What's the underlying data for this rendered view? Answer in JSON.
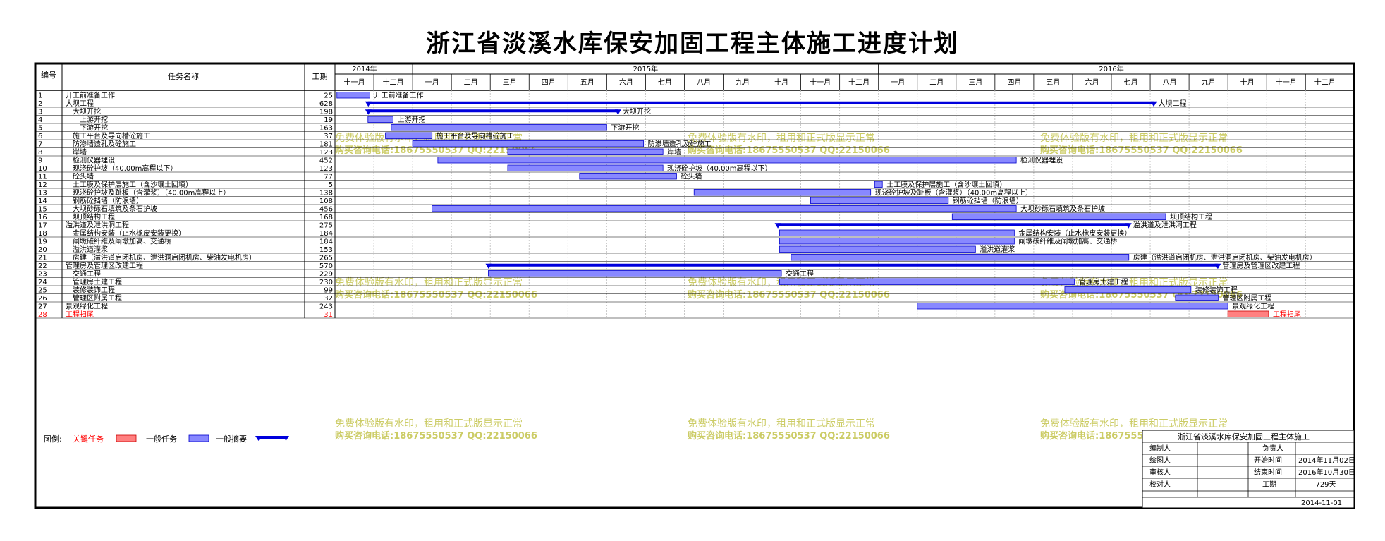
{
  "title": "浙江省淡溪水库保安加固工程主体施工进度计划",
  "headers": {
    "id": "编号",
    "name": "任务名称",
    "dur": "工期"
  },
  "years": [
    {
      "label": "2014年",
      "start": 0,
      "end": 2
    },
    {
      "label": "2015年",
      "start": 2,
      "end": 14
    },
    {
      "label": "2016年",
      "start": 14,
      "end": 26
    }
  ],
  "months": [
    "十一月",
    "十二月",
    "一月",
    "二月",
    "三月",
    "四月",
    "五月",
    "六月",
    "七月",
    "八月",
    "九月",
    "十月",
    "十一月",
    "十二月",
    "一月",
    "二月",
    "三月",
    "四月",
    "五月",
    "六月",
    "七月",
    "八月",
    "九月",
    "十月",
    "十一月",
    "十二月"
  ],
  "colors": {
    "bar_fill": "#8888ff",
    "bar_stroke": "#0000cc",
    "summary": "#0000dd",
    "critical_fill": "#ff8080",
    "critical_stroke": "#cc0000",
    "critical_text": "#ff0000",
    "watermark": "#cccc66"
  },
  "chart_data": {
    "type": "gantt",
    "title": "浙江省淡溪水库保安加固工程主体施工进度计划",
    "time_axis": {
      "unit": "month",
      "start": "2014-11",
      "end": "2016-12"
    },
    "tasks": [
      {
        "id": "1",
        "name": "开工前准备工作",
        "duration": "25",
        "indent": 0,
        "kind": "normal",
        "start": 0.05,
        "end": 0.9,
        "bar_label": "开工前准备工作"
      },
      {
        "id": "2",
        "name": "大坝工程",
        "duration": "628",
        "indent": 0,
        "kind": "summary",
        "start": 0.85,
        "end": 21.1,
        "bar_label": "大坝工程"
      },
      {
        "id": "3",
        "name": "大坝开挖",
        "duration": "198",
        "indent": 1,
        "kind": "summary",
        "start": 0.85,
        "end": 7.3,
        "bar_label": "大坝开挖"
      },
      {
        "id": "4",
        "name": "上游开挖",
        "duration": "19",
        "indent": 2,
        "kind": "normal",
        "start": 0.85,
        "end": 1.5,
        "bar_label": "上游开挖"
      },
      {
        "id": "5",
        "name": "下游开挖",
        "duration": "163",
        "indent": 2,
        "kind": "normal",
        "start": 1.45,
        "end": 7.0,
        "bar_label": "下游开挖"
      },
      {
        "id": "6",
        "name": "施工平台及导向槽砼施工",
        "duration": "37",
        "indent": 1,
        "kind": "normal",
        "start": 1.3,
        "end": 2.5,
        "bar_label": "施工平台及导向槽砼施工"
      },
      {
        "id": "7",
        "name": "防渗墙造孔及砼施工",
        "duration": "181",
        "indent": 1,
        "kind": "normal",
        "start": 2.0,
        "end": 7.95,
        "bar_label": "防渗墙造孔及砼施工"
      },
      {
        "id": "8",
        "name": "岸墙",
        "duration": "123",
        "indent": 1,
        "kind": "normal",
        "start": 4.45,
        "end": 8.45,
        "bar_label": "岸墙"
      },
      {
        "id": "9",
        "name": "检测仪器埋设",
        "duration": "452",
        "indent": 1,
        "kind": "normal",
        "start": 2.65,
        "end": 17.55,
        "bar_label": "检测仪器埋设"
      },
      {
        "id": "10",
        "name": "现浇砼护坡（40.00m高程以下）",
        "duration": "123",
        "indent": 1,
        "kind": "normal",
        "start": 4.45,
        "end": 8.45,
        "bar_label": "现浇砼护坡（40.00m高程以下）"
      },
      {
        "id": "11",
        "name": "砼头墙",
        "duration": "77",
        "indent": 1,
        "kind": "normal",
        "start": 6.3,
        "end": 8.8,
        "bar_label": "砼头墙"
      },
      {
        "id": "12",
        "name": "土工膜及保护层施工（含沙壤土回填）",
        "duration": "5",
        "indent": 1,
        "kind": "normal",
        "start": 13.9,
        "end": 14.1,
        "bar_label": "土工膜及保护层施工（含沙壤土回填）"
      },
      {
        "id": "13",
        "name": "现浇砼护坡及趾板（含灌浆）（40.00m高程以上）",
        "duration": "138",
        "indent": 1,
        "kind": "normal",
        "start": 9.25,
        "end": 13.8,
        "bar_label": "现浇砼护坡及趾板（含灌浆）（40.00m高程以上）"
      },
      {
        "id": "14",
        "name": "钢筋砼挡墙（防浪墙）",
        "duration": "108",
        "indent": 1,
        "kind": "normal",
        "start": 12.25,
        "end": 15.8,
        "bar_label": "钢筋砼挡墙（防浪墙）"
      },
      {
        "id": "15",
        "name": "大坝砂砾石填筑及条石护坡",
        "duration": "456",
        "indent": 1,
        "kind": "normal",
        "start": 2.5,
        "end": 17.55,
        "bar_label": "大坝砂砾石填筑及条石护坡"
      },
      {
        "id": "16",
        "name": "坝顶结构工程",
        "duration": "168",
        "indent": 1,
        "kind": "normal",
        "start": 15.9,
        "end": 21.4,
        "bar_label": "坝顶结构工程"
      },
      {
        "id": "17",
        "name": "溢洪道及泄洪洞工程",
        "duration": "275",
        "indent": 0,
        "kind": "summary",
        "start": 11.4,
        "end": 20.45,
        "bar_label": "溢洪道及泄洪洞工程"
      },
      {
        "id": "18",
        "name": "金属结构安装（止水橡皮安装更换）",
        "duration": "184",
        "indent": 1,
        "kind": "normal",
        "start": 11.45,
        "end": 17.5,
        "bar_label": "金属结构安装（止水橡皮安装更换）"
      },
      {
        "id": "19",
        "name": "闸墩碳纤维及闸墩加高、交通桥",
        "duration": "184",
        "indent": 1,
        "kind": "normal",
        "start": 11.45,
        "end": 17.5,
        "bar_label": "闸墩碳纤维及闸墩加高、交通桥"
      },
      {
        "id": "20",
        "name": "溢洪道灌浆",
        "duration": "153",
        "indent": 1,
        "kind": "normal",
        "start": 11.45,
        "end": 16.5,
        "bar_label": "溢洪道灌浆"
      },
      {
        "id": "21",
        "name": "房建（溢洪道启闭机房、泄洪洞启闭机房、柴油发电机房）",
        "duration": "265",
        "indent": 1,
        "kind": "normal",
        "start": 11.75,
        "end": 20.45,
        "bar_label": "房建（溢洪道启闭机房、泄洪洞启闭机房、柴油发电机房）"
      },
      {
        "id": "22",
        "name": "管理房及管理区改建工程",
        "duration": "570",
        "indent": 0,
        "kind": "summary",
        "start": 3.95,
        "end": 22.75,
        "bar_label": "管理房及管理区改建工程"
      },
      {
        "id": "23",
        "name": "交通工程",
        "duration": "229",
        "indent": 1,
        "kind": "normal",
        "start": 3.95,
        "end": 11.5,
        "bar_label": "交通工程"
      },
      {
        "id": "24",
        "name": "管理房土建工程",
        "duration": "230",
        "indent": 1,
        "kind": "normal",
        "start": 11.45,
        "end": 19.05,
        "bar_label": "管理房土建工程"
      },
      {
        "id": "25",
        "name": "装修装饰工程",
        "duration": "99",
        "indent": 1,
        "kind": "normal",
        "start": 18.8,
        "end": 22.05,
        "bar_label": "装修装饰工程"
      },
      {
        "id": "26",
        "name": "管理区附属工程",
        "duration": "32",
        "indent": 1,
        "kind": "normal",
        "start": 21.65,
        "end": 22.75,
        "bar_label": "管理区附属工程"
      },
      {
        "id": "27",
        "name": "景观绿化工程",
        "duration": "243",
        "indent": 0,
        "kind": "normal",
        "start": 15.0,
        "end": 23.0,
        "bar_label": "景观绿化工程"
      },
      {
        "id": "28",
        "name": "工程扫尾",
        "duration": "31",
        "indent": 0,
        "kind": "critical",
        "start": 23.0,
        "end": 24.05,
        "bar_label": "工程扫尾"
      }
    ]
  },
  "legend": {
    "label": "图例:",
    "critical": "关键任务",
    "normal": "一般任务",
    "summary": "一般摘要"
  },
  "info_box": {
    "title": "浙江省淡溪水库保安加固工程主体施工",
    "editor_label": "编制人",
    "editor": "",
    "owner_label": "负责人",
    "owner": "",
    "drawer_label": "绘图人",
    "drawer": "",
    "reviewer_label": "审核人",
    "reviewer": "",
    "checker_label": "校对人",
    "checker": "",
    "start_label": "开始时间",
    "start_value": "2014年11月02日",
    "end_label": "结束时间",
    "end_value": "2016年10月30日",
    "dur_label": "工期",
    "dur_value": "729天",
    "date": "2014-11-01"
  },
  "watermark": {
    "line1": "免费体验版有水印，租用和正式版显示正常",
    "line2": "购买咨询电话:18675550537 QQ:22150066"
  }
}
